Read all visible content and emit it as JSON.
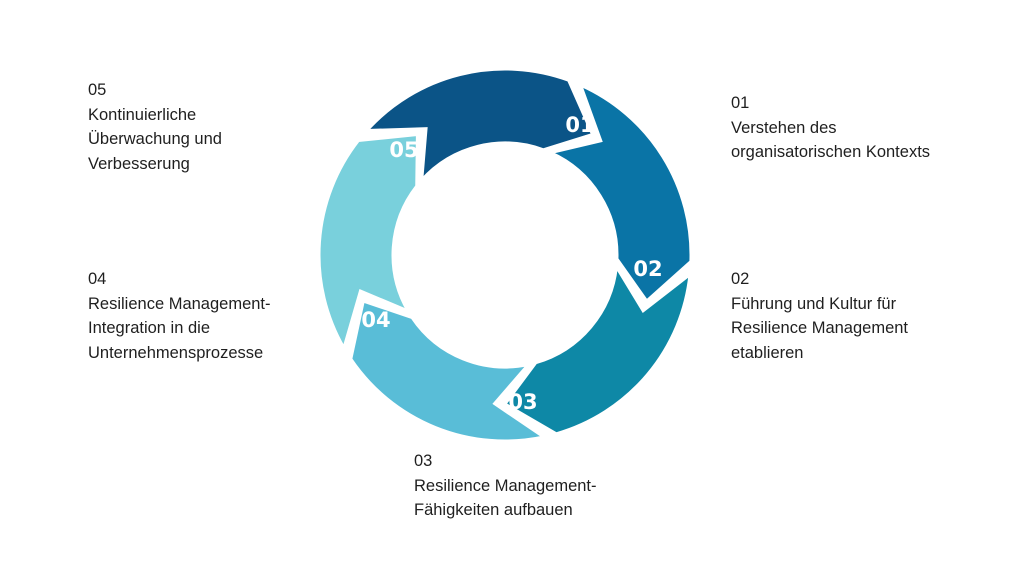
{
  "colors": {
    "segment_01": "#0a74a6",
    "segment_02": "#0e88a6",
    "segment_03": "#59bdd7",
    "segment_04": "#79d0dc",
    "segment_05": "#0b5487",
    "background": "#ffffff"
  },
  "cycle": {
    "segments": [
      {
        "label": "01"
      },
      {
        "label": "02"
      },
      {
        "label": "03"
      },
      {
        "label": "04"
      },
      {
        "label": "05"
      }
    ]
  },
  "steps": [
    {
      "number": "01",
      "text": "Verstehen des\norganisatorischen Kontexts"
    },
    {
      "number": "02",
      "text": "Führung und Kultur für\nResilience Management\netablieren"
    },
    {
      "number": "03",
      "text": "Resilience Management-\nFähigkeiten aufbauen"
    },
    {
      "number": "04",
      "text": "Resilience Management-\nIntegration in die\nUnternehmensprozesse"
    },
    {
      "number": "05",
      "text": "Kontinuierliche\nÜberwachung und\nVerbesserung"
    }
  ]
}
